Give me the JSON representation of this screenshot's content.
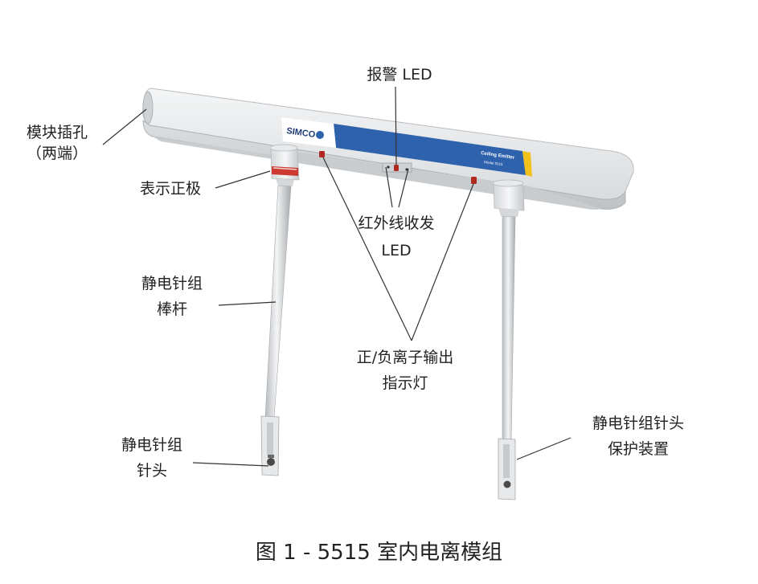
{
  "labels": {
    "module_socket": [
      "模块插孔",
      "（两端）"
    ],
    "alarm_led": [
      "报警 LED"
    ],
    "positive_indicator": [
      "表示正极"
    ],
    "ir_led": [
      "红外线收发",
      "LED"
    ],
    "rod": [
      "静电针组",
      "棒杆"
    ],
    "ion_indicator": [
      "正/负离子输出",
      "指示灯"
    ],
    "needle_tip_left": [
      "静电针组",
      "针头"
    ],
    "needle_guard_right": [
      "静电针组针头",
      "保护装置"
    ]
  },
  "device": {
    "brand": "SIMCO",
    "product_label": "Ceiling Emitter",
    "model_label": "Model 5515"
  },
  "caption": "图 1 - 5515 室内电离模组",
  "colors": {
    "body": "#e4e6e8",
    "panel_blue": "#2f62ad",
    "panel_yellow": "#f2c21a",
    "red_ring": "#cc3a33",
    "led": "#b02a22",
    "leader": "#333333"
  }
}
